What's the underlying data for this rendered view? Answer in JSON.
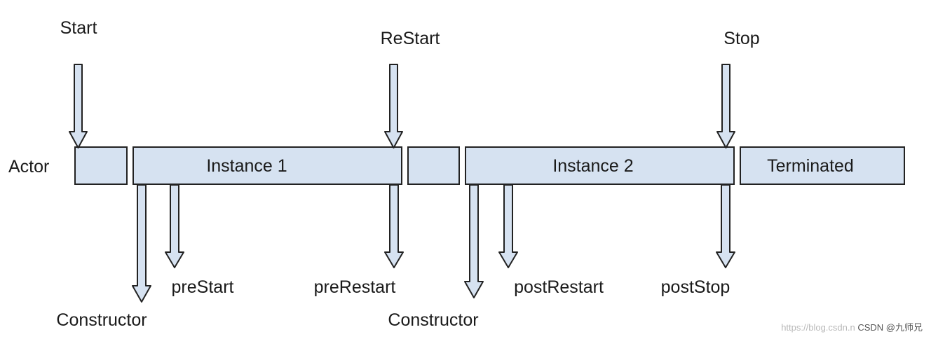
{
  "colors": {
    "box_fill": "#d6e2f1",
    "stroke": "#222222",
    "text": "#1a1a1a"
  },
  "row_label": "Actor",
  "boxes": {
    "pre1": "",
    "instance1": "Instance 1",
    "gap": "",
    "instance2": "Instance 2",
    "terminated": "Terminated"
  },
  "events": {
    "start": "Start",
    "restart": "ReStart",
    "stop": "Stop"
  },
  "hooks": {
    "constructor_1": "Constructor",
    "prestart": "preStart",
    "prerestart": "preRestart",
    "constructor_2": "Constructor",
    "postrestart": "postRestart",
    "poststop": "postStop"
  },
  "watermark": {
    "url": "https://blog.csdn.n",
    "brand": "CSDN @九师兄"
  }
}
